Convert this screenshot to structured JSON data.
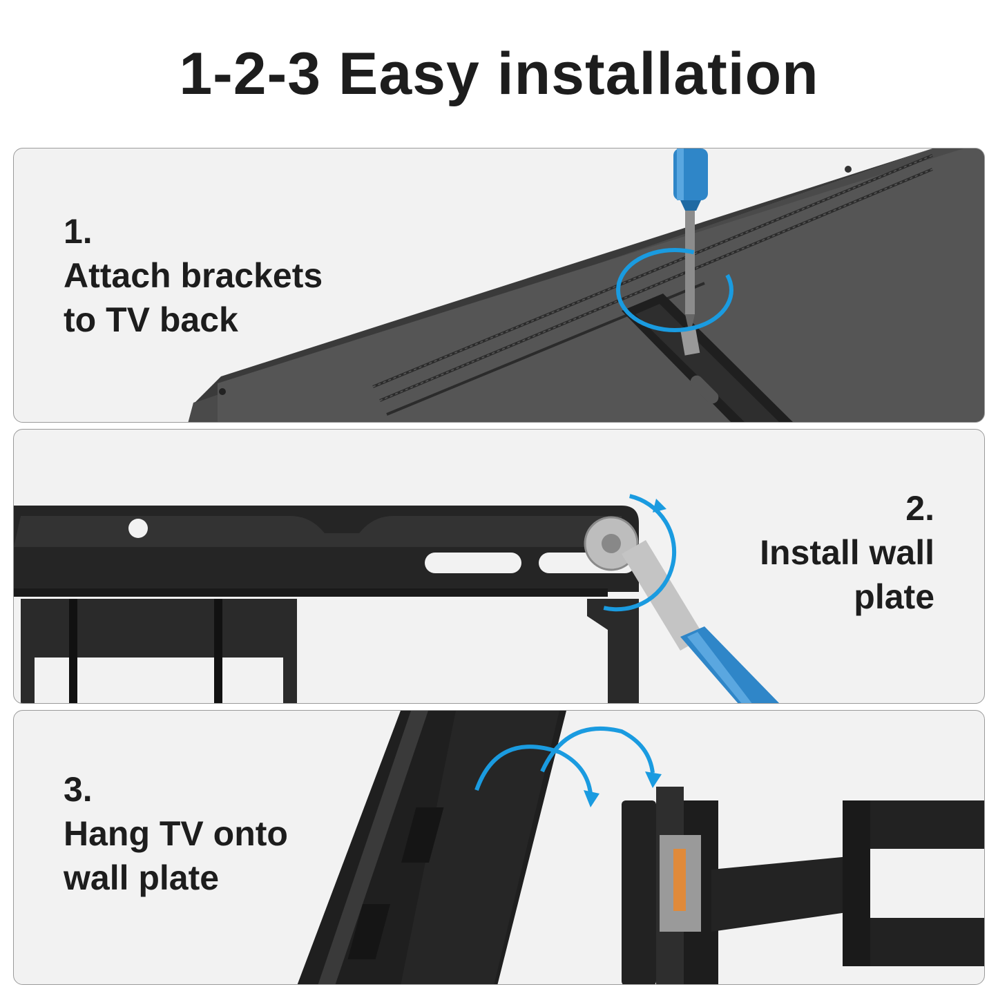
{
  "title": "1-2-3 Easy installation",
  "steps": [
    {
      "number": "1.",
      "lines": [
        "Attach brackets",
        "to TV back"
      ],
      "illustration": "screwdriver-on-tv-back"
    },
    {
      "number": "2.",
      "lines": [
        "Install wall",
        "plate"
      ],
      "illustration": "ratchet-on-wall-plate"
    },
    {
      "number": "3.",
      "lines": [
        "Hang TV onto",
        "wall plate"
      ],
      "illustration": "tv-hanging-on-arm-mount"
    }
  ],
  "colors": {
    "accent": "#1a9be0",
    "tool_blue": "#2f86c8",
    "metal_dark": "#262626",
    "panel_bg": "#f2f2f2"
  }
}
